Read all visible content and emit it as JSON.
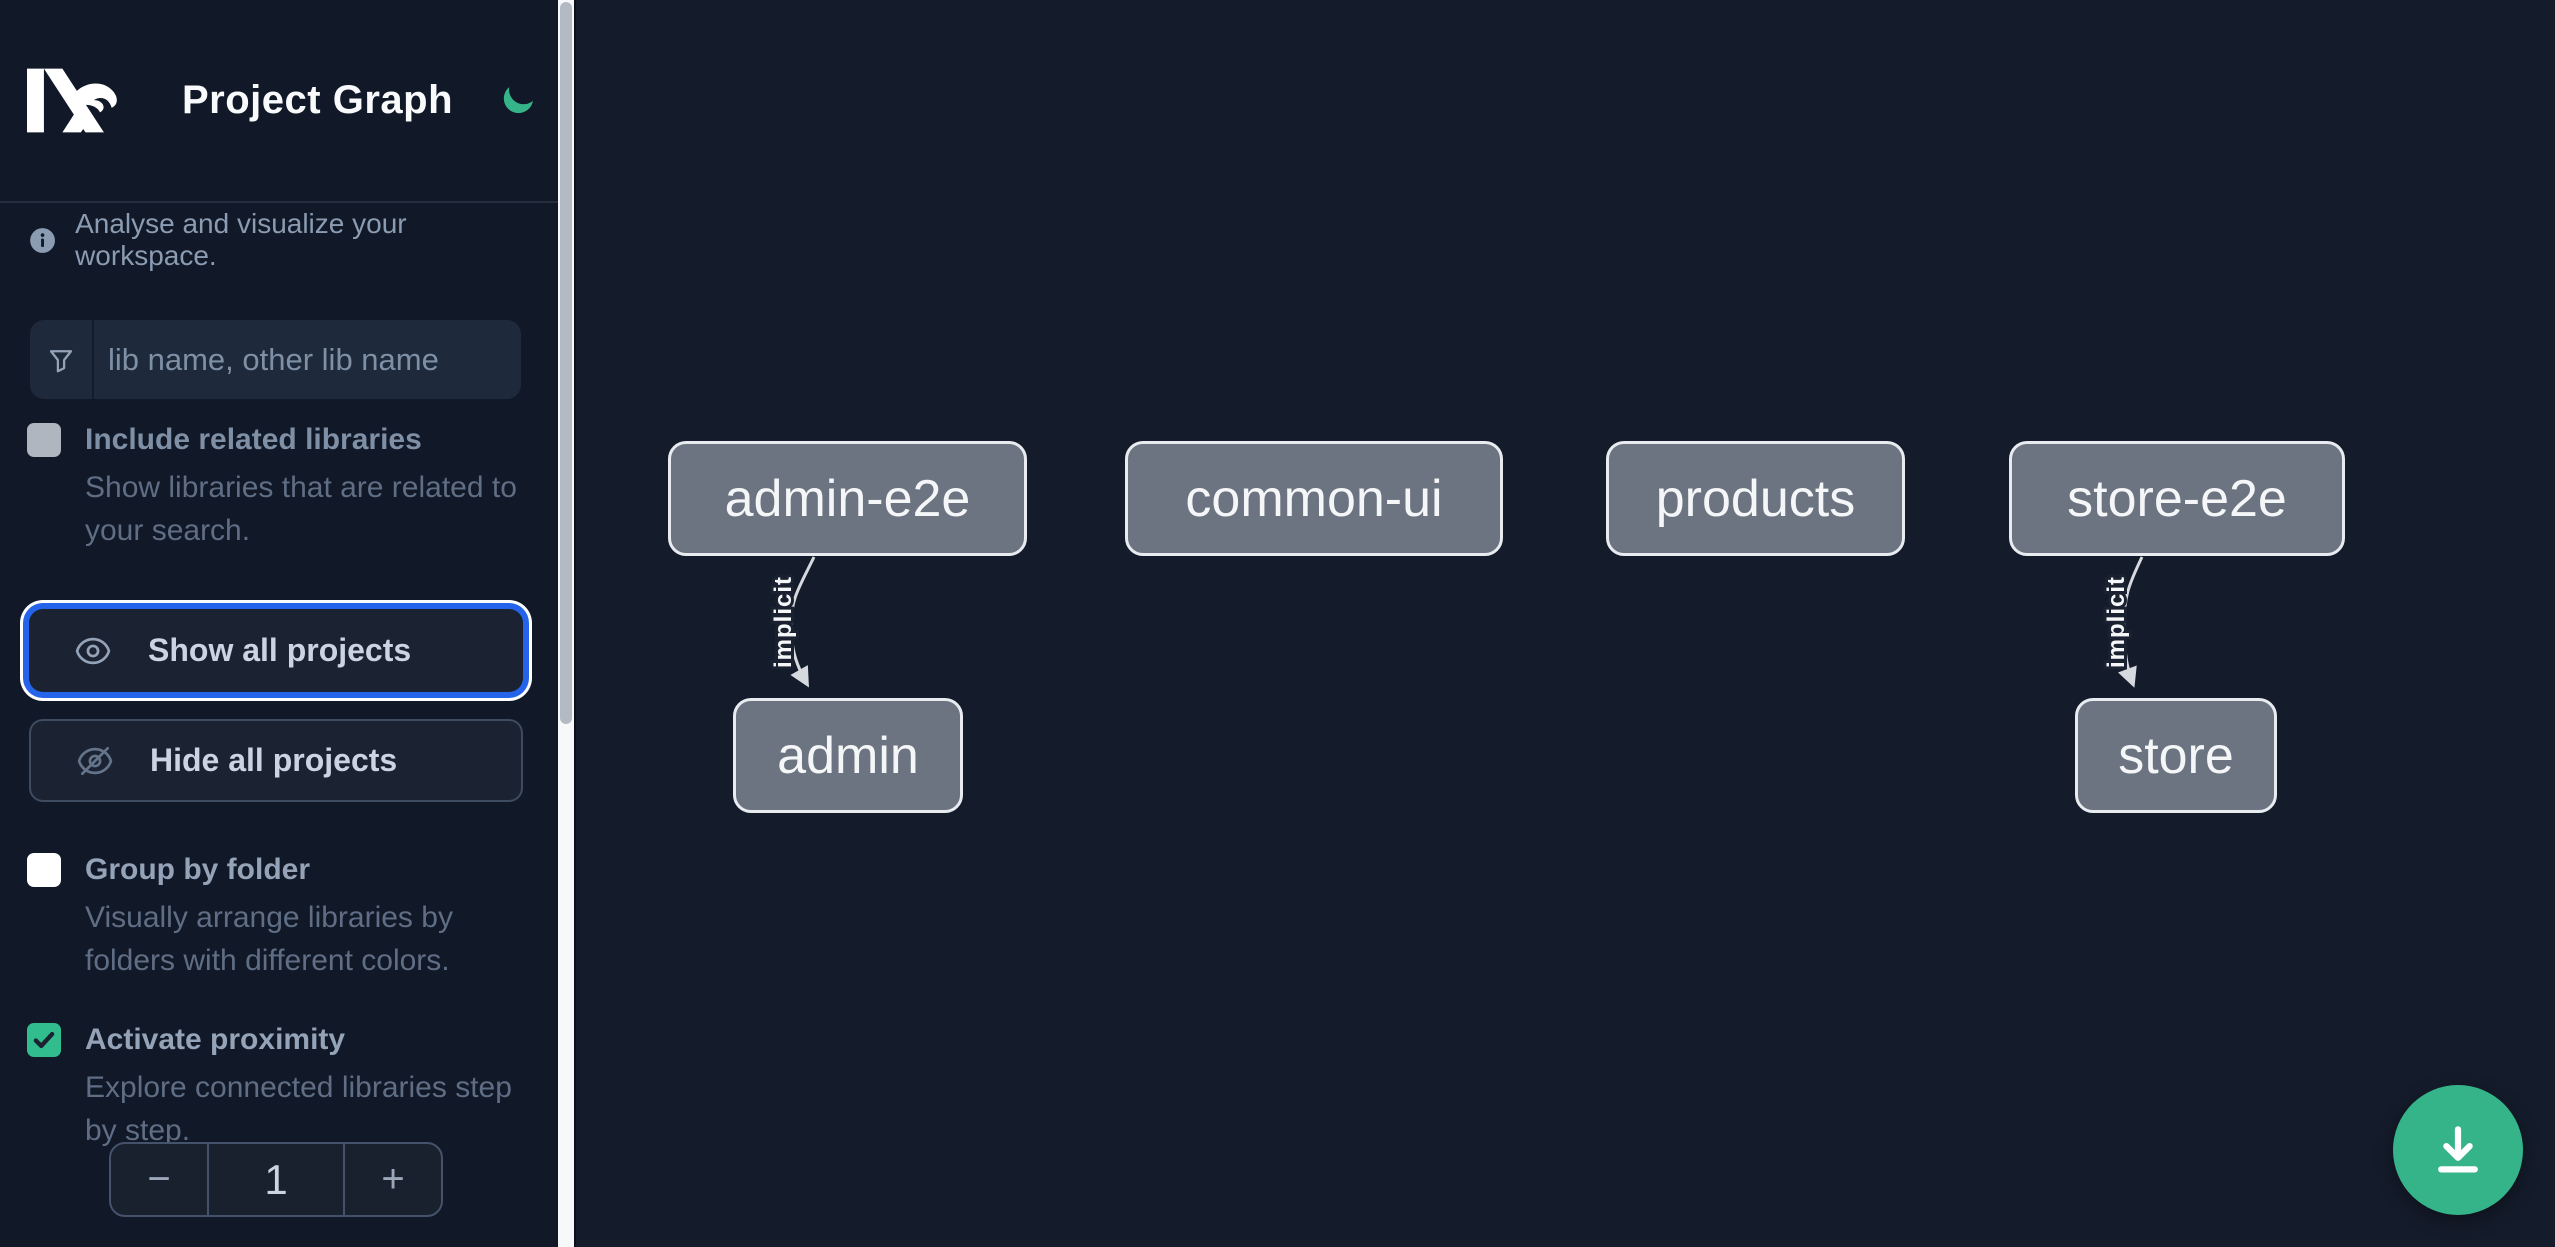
{
  "app": {
    "title": "Project Graph",
    "tagline": "Analyse and visualize your workspace."
  },
  "sidebar": {
    "filter": {
      "placeholder": "lib name, other lib name"
    },
    "options": [
      {
        "label": "Include related libraries",
        "description": "Show libraries that are related to\nyour search.",
        "checked": false
      },
      {
        "label": "Group by folder",
        "description": "Visually arrange libraries by\nfolders with different colors.",
        "checked": false
      },
      {
        "label": "Activate proximity",
        "description": "Explore connected libraries step\nby step.",
        "checked": true
      }
    ],
    "buttons": {
      "show_all": "Show all projects",
      "hide_all": "Hide all projects"
    },
    "stepper": {
      "decrement": "−",
      "value": "1",
      "increment": "+"
    }
  },
  "graph": {
    "nodes": [
      {
        "label": "admin-e2e"
      },
      {
        "label": "common-ui"
      },
      {
        "label": "products"
      },
      {
        "label": "store-e2e"
      },
      {
        "label": "admin"
      },
      {
        "label": "store"
      }
    ],
    "edges": [
      {
        "source": "admin-e2e",
        "target": "admin",
        "label": "implicit"
      },
      {
        "source": "store-e2e",
        "target": "store",
        "label": "implicit"
      }
    ]
  },
  "icons": {
    "logo": "nx-logo",
    "theme": "moon-icon",
    "info": "info-icon",
    "filter": "filter-icon",
    "show": "eye-icon",
    "hide": "eye-off-icon",
    "fab": "download-icon"
  },
  "colors": {
    "sidebar_bg": "#111827",
    "canvas_bg": "#141b2a",
    "panel_bg": "#1e293b",
    "focus_ring_blue": "#2563eb",
    "checkbox_green": "#31bd8e",
    "fab_green": "#35b48a",
    "node_fill": "#6b7480",
    "node_border": "#e8ebef",
    "edge_gray": "#d6dade",
    "text_primary": "#f8fafc",
    "text_muted": "#5f6e85"
  }
}
